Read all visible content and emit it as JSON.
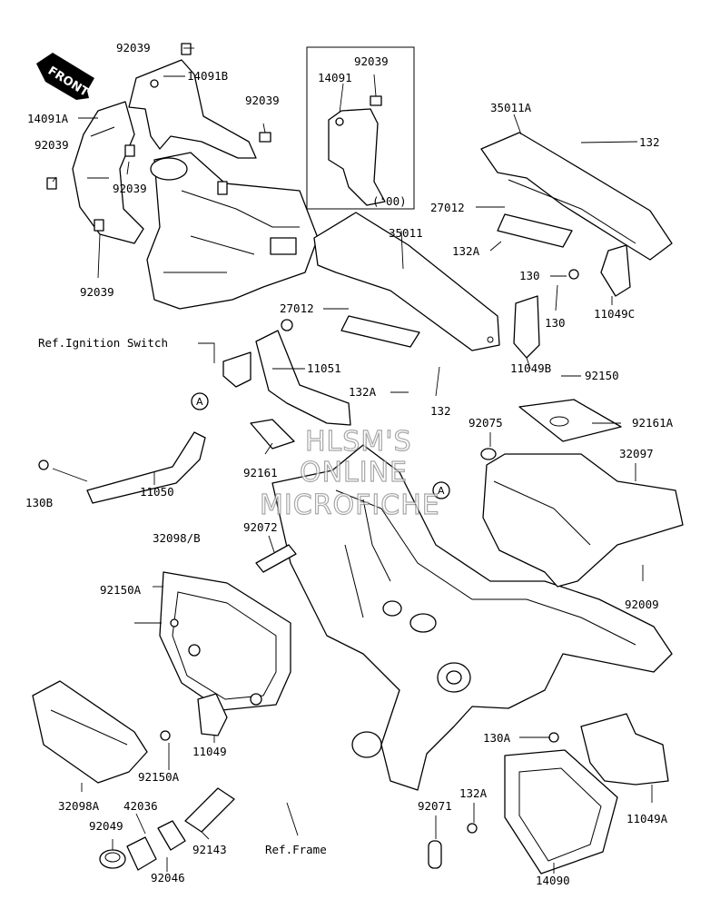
{
  "front_label": "FRONT",
  "watermark": [
    "HLSM'S",
    "ONLINE",
    "MICROFICHE"
  ],
  "ref_circle": "A",
  "labels": {
    "92039_a": "92039",
    "14091B": "14091B",
    "14091A": "14091A",
    "92039_b": "92039",
    "92039_c": "92039",
    "92039_d": "92039",
    "92039_e": "92039",
    "14091": "14091",
    "92039_f": "92039",
    "year00": "('00)",
    "35011A": "35011A",
    "132_a": "132",
    "27012_a": "27012",
    "132A_a": "132A",
    "35011": "35011",
    "130_a": "130",
    "130_b": "130",
    "11049C": "11049C",
    "27012_b": "27012",
    "ref_ignition": "Ref.Ignition Switch",
    "11051": "11051",
    "132A_b": "132A",
    "132_b": "132",
    "11049B": "11049B",
    "92150": "92150",
    "92075": "92075",
    "92161A": "92161A",
    "32097": "32097",
    "130B": "130B",
    "92161": "92161",
    "11050": "11050",
    "92072": "92072",
    "32098B": "32098/B",
    "92150A_a": "92150A",
    "92009": "92009",
    "130A": "130A",
    "11049": "11049",
    "92150A_b": "92150A",
    "11049A": "11049A",
    "32098A": "32098A",
    "42036": "42036",
    "92071": "92071",
    "132A_c": "132A",
    "92049": "92049",
    "92143": "92143",
    "ref_frame": "Ref.Frame",
    "92046": "92046",
    "14090": "14090"
  }
}
